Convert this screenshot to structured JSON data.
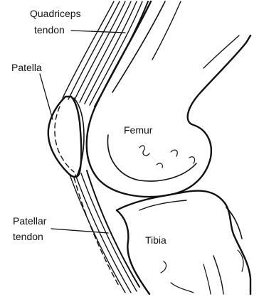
{
  "labels": {
    "quadriceps_tendon_line1": "Quadriceps",
    "quadriceps_tendon_line2": "tendon",
    "patella": "Patella",
    "femur": "Femur",
    "patellar_tendon_line1": "Patellar",
    "patellar_tendon_line2": "tendon",
    "tibia": "Tibia"
  },
  "colors": {
    "ink": "#111111",
    "background": "#ffffff"
  }
}
